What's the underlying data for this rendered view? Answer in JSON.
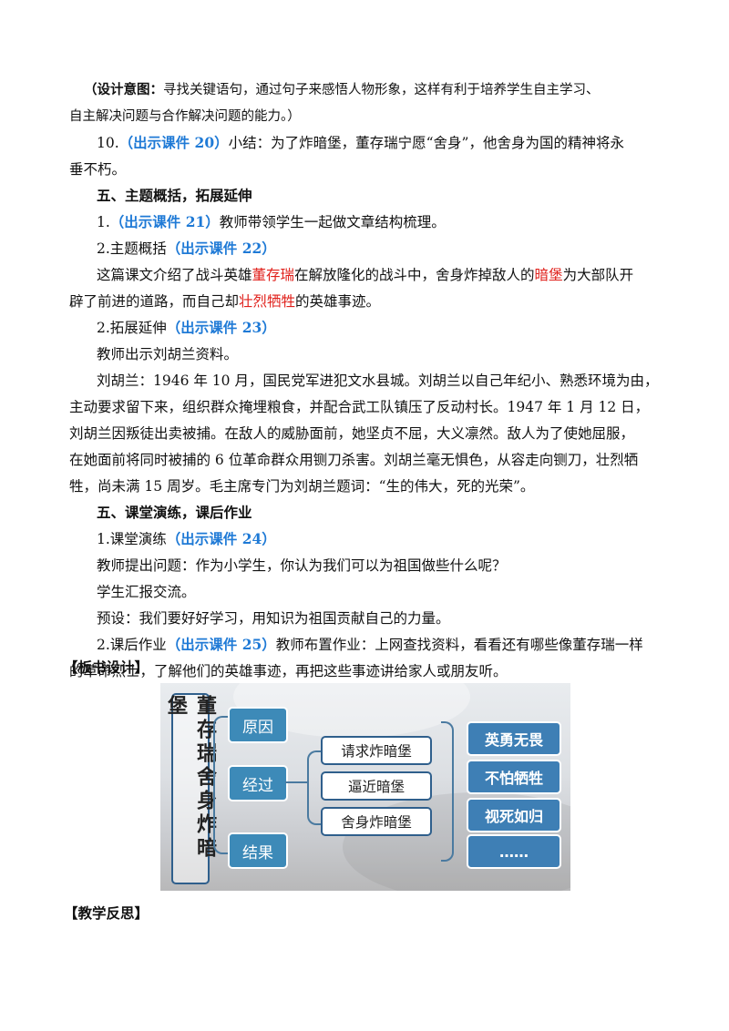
{
  "p1": {
    "l1_pre": "（设计意图：",
    "l1_rest": "寻找关键语句，通过句子来感悟人物形象，这样有利于培养学生自主学习、",
    "l2": "自主解决问题与合作解决问题的能力。）"
  },
  "p2": {
    "num": "10.",
    "ref": "（出示课件 20）",
    "text1": "小结：为了炸暗堡，董存瑞宁愿“舍身”，他舍身为国的精神将永",
    "text2": "垂不朽。"
  },
  "h1": "五、主题概括，拓展延伸",
  "p3": {
    "text": "1.",
    "ref": "（出示课件 21）",
    "rest": "教师带领学生一起做文章结构梳理。"
  },
  "p4": {
    "text": "2.主题概括",
    "ref": "（出示课件 22）"
  },
  "p5": {
    "a": "这篇课文介绍了战斗英雄",
    "r1": "董存瑞",
    "b": "在解放隆化的战斗中，舍身炸掉敌人的",
    "r2": "暗堡",
    "c": "为大部队开",
    "d": "辟了前进的道路，而自己却",
    "r3": "壮烈牺牲",
    "e": "的英雄事迹。"
  },
  "p6": {
    "text": "2.拓展延伸",
    "ref": "（出示课件 23）"
  },
  "p7": "教师出示刘胡兰资料。",
  "p8": {
    "l1": "刘胡兰：1946 年 10 月，国民党军进犯文水县城。刘胡兰以自己年纪小、熟悉环境为由，",
    "l2": "主动要求留下来，组织群众掩埋粮食，并配合武工队镇压了反动村长。1947 年 1 月 12 日，",
    "l3": "刘胡兰因叛徒出卖被捕。在敌人的威胁面前，她坚贞不屈，大义凛然。敌人为了使她屈服，",
    "l4": "在她面前将同时被捕的 6 位革命群众用铡刀杀害。刘胡兰毫无惧色，从容走向铡刀，壮烈牺",
    "l5": "牲，尚未满 15 周岁。毛主席专门为刘胡兰题词：“生的伟大，死的光荣”。"
  },
  "h2": "五、课堂演练，课后作业",
  "p9": {
    "text": "1.课堂演练",
    "ref": "（出示课件 24）"
  },
  "p10": "教师提出问题：作为小学生，你认为我们可以为祖国做些什么呢？",
  "p11": "学生汇报交流。",
  "p12": "预设：我们要好好学习，用知识为祖国贡献自己的力量。",
  "p13": {
    "a": "2.课后作业",
    "ref": "（出示课件 25）",
    "b": "教师布置作业：上网查找资料，看看还有哪些像董存瑞一样",
    "c": "的革命烈士，了解他们的英雄事迹，再把这些事迹讲给家人或朋友听。"
  },
  "h3": "【板书设计】",
  "board": {
    "title": "董存瑞舍身炸暗堡",
    "mid": [
      "原因",
      "经过",
      "结果"
    ],
    "steps": [
      "请求炸暗堡",
      "逼近暗堡",
      "舍身炸暗堡"
    ],
    "traits": [
      "英勇无畏",
      "不怕牺牲",
      "视死如归",
      "……"
    ]
  },
  "h4": "【教学反思】"
}
